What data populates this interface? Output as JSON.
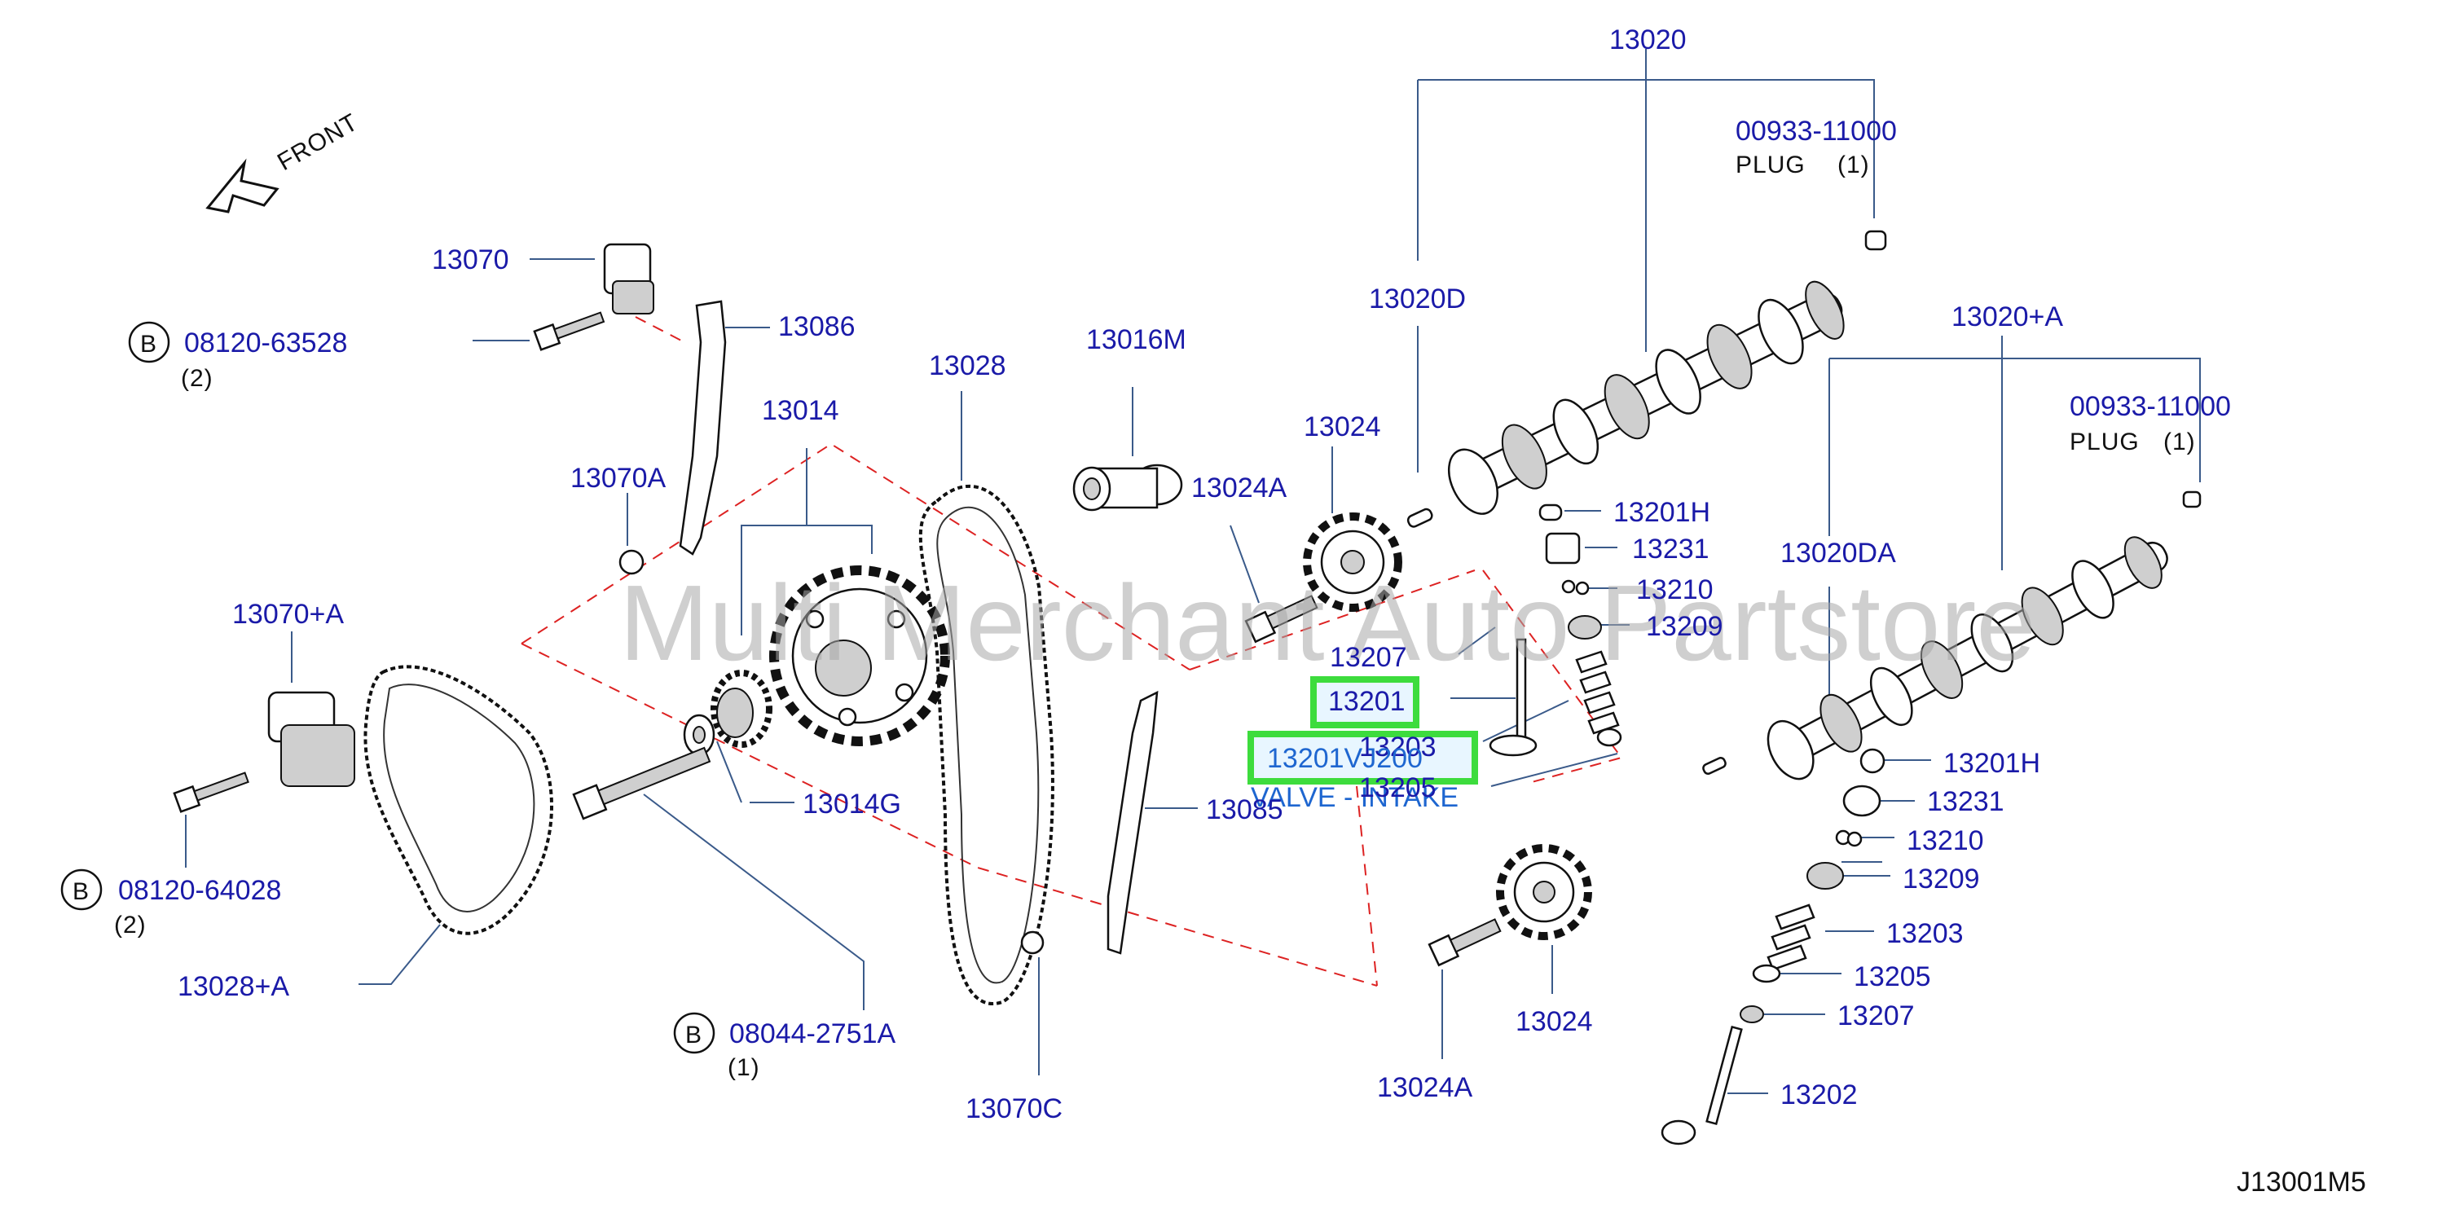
{
  "labels": {
    "l13020": "13020",
    "l00933a": "00933-11000",
    "plugA": "PLUG",
    "plugAq": "(1)",
    "l13020D": "13020D",
    "l13020A": "13020+A",
    "l00933b": "00933-11000",
    "plugB": "PLUG",
    "plugBq": "(1)",
    "l13020DA": "13020DA",
    "front": "FRONT",
    "l13070": "13070",
    "bolt1": "08120-63528",
    "bolt1q": "(2)",
    "l13086": "13086",
    "l13028": "13028",
    "l13016M": "13016M",
    "l13014": "13014",
    "l13024top": "13024",
    "l13024Atop": "13024A",
    "l13070A": "13070A",
    "l13070pA": "13070+A",
    "l13201Hl": "13201H",
    "l13231l": "13231",
    "l13210l": "13210",
    "l13209l": "13209",
    "l13207l": "13207",
    "l13201": "13201",
    "l13203l": "13203",
    "partno": "13201VJ200",
    "valve": "VALVE - INTAKE",
    "l13205l": "13205",
    "l13014G": "13014G",
    "l13085": "13085",
    "bolt2": "08120-64028",
    "bolt2q": "(2)",
    "l13028A": "13028+A",
    "bolt3": "08044-2751A",
    "bolt3q": "(1)",
    "l13070C": "13070C",
    "l13024Abot": "13024A",
    "l13024bot": "13024",
    "l13201Hr": "13201H",
    "l13231r": "13231",
    "l13210r": "13210",
    "l13209r": "13209",
    "l13203r": "13203",
    "l13205r": "13205",
    "l13207r": "13207",
    "l13202": "13202",
    "footer": "J13001M5"
  },
  "circle_marks": {
    "b1": "B",
    "b2": "B",
    "b3": "B"
  },
  "watermark": "Multi Merchant Auto Partstore",
  "colors": {
    "label": "#1a1aa8",
    "highlight_border": "#3ddc3d",
    "highlight_text": "#1e66d0",
    "dashed_outline": "#dd2222"
  }
}
